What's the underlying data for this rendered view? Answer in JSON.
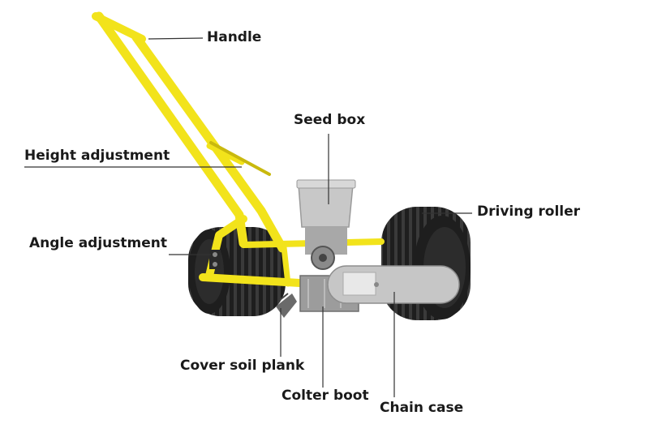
{
  "labels": {
    "handle": "Handle",
    "seed_box": "Seed box",
    "height_adjustment": "Height adjustment",
    "driving_roller": "Driving roller",
    "angle_adjustment": "Angle adjustment",
    "cover_soil_plank": "Cover soil plank",
    "colter_boot": "Colter boot",
    "chain_case": "Chain case"
  },
  "colors": {
    "frame": "#f2e31b",
    "frame_shadow": "#c9b90e",
    "roller": "#1e1e1e",
    "roller_rib": "#3a3a3a",
    "seed_box": "#c8c8c8",
    "chain_case": "#c6c6c6",
    "leader_line": "#333333"
  }
}
